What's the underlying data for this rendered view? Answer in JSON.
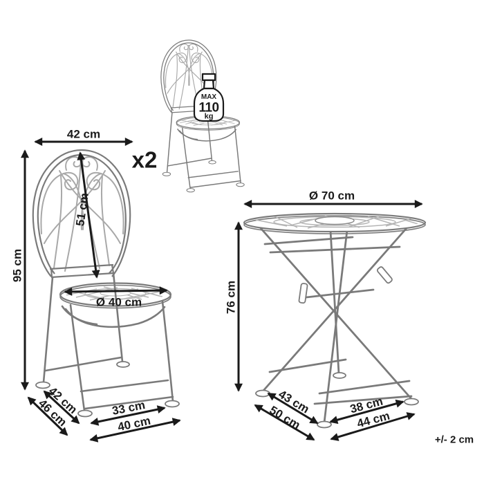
{
  "diagram": {
    "quantity_label": "x2",
    "tolerance_note": "+/- 2 cm",
    "max_load": {
      "line1": "MAX",
      "line2": "110",
      "line3": "kg"
    },
    "chair": {
      "back_width": "42 cm",
      "total_height": "95 cm",
      "backrest_length": "51 cm",
      "seat_diameter": "Ø 40 cm",
      "depth_upper": "42 cm",
      "depth_total": "46 cm",
      "stance_inner_width": "33 cm",
      "stance_width": "40 cm"
    },
    "table": {
      "top_diameter": "Ø 70 cm",
      "height": "76 cm",
      "depth_upper": "43 cm",
      "depth_total": "50 cm",
      "stance_inner_width": "38 cm",
      "stance_width": "44 cm"
    },
    "colors": {
      "dimension_line": "#1a1a1a",
      "furniture_line": "#7a7a7a",
      "ornament_line": "#a8a8a8",
      "pattern_line": "#b5b5b5",
      "background": "#ffffff"
    }
  }
}
